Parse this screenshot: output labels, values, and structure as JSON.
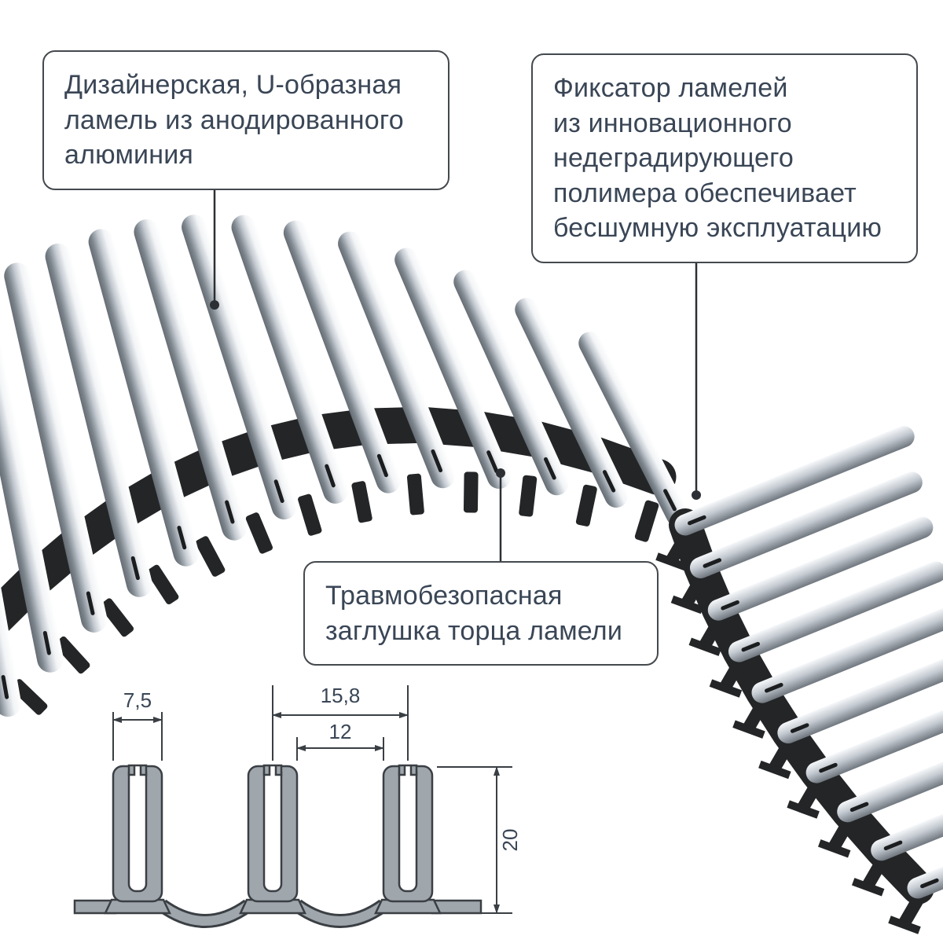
{
  "callouts": {
    "lamella": {
      "lines": [
        "Дизайнерская, U-образная",
        "ламель из анодированного",
        "алюминия"
      ]
    },
    "fixator": {
      "lines": [
        "Фиксатор ламелей",
        "из инновационного",
        "недеградирующего",
        "полимера обеспечивает",
        "бесшумную эксплуатацию"
      ]
    },
    "endcap": {
      "lines": [
        "Травмобезопасная",
        "заглушка торца ламели"
      ]
    }
  },
  "dimensions": {
    "slat_width": "7,5",
    "pitch": "15,8",
    "inner_gap": "12",
    "height": "20"
  },
  "colors": {
    "text": "#3a4656",
    "outline": "#44494e",
    "leader_line": "#2c3034",
    "drawing_line": "#3a3f44",
    "drawing_fill": "#9fa6ac",
    "metal_light": "#f2f4f6",
    "metal_mid": "#c4cad1",
    "metal_dark": "#7e868e",
    "belt": "#232527"
  }
}
